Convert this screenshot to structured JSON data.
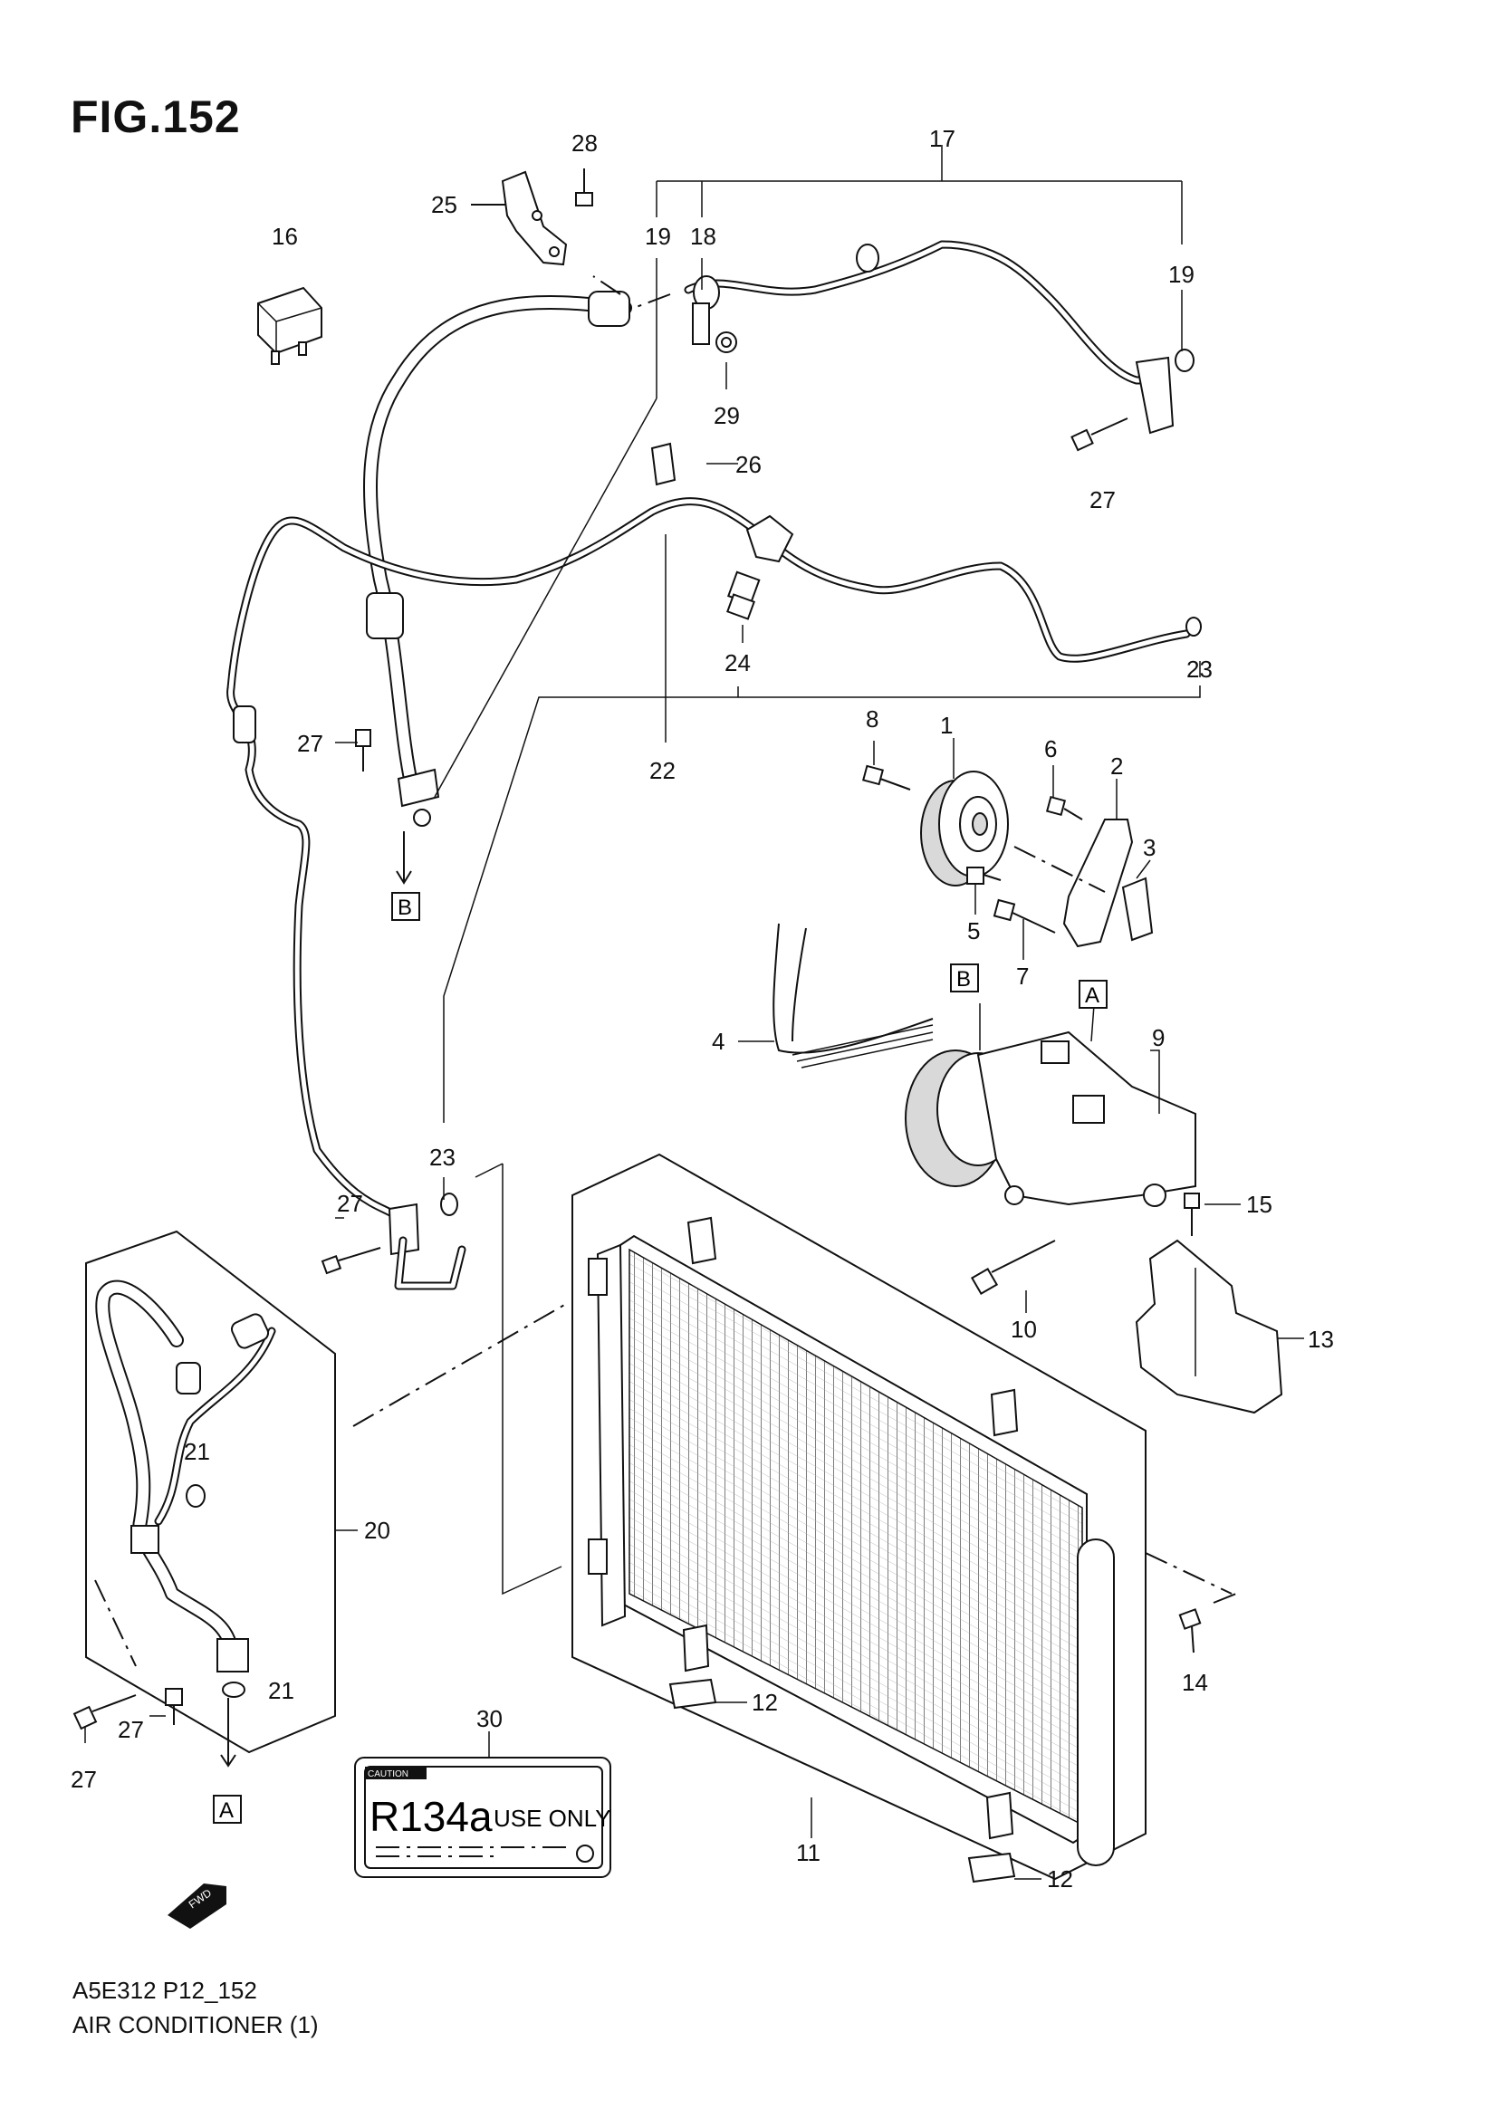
{
  "figure": {
    "title": "FIG.152",
    "code": "A5E312 P12_152",
    "name": "AIR CONDITIONER (1)"
  },
  "callouts": [
    "1",
    "2",
    "3",
    "4",
    "5",
    "6",
    "7",
    "8",
    "9",
    "10",
    "11",
    "12",
    "13",
    "14",
    "15",
    "16",
    "17",
    "18",
    "19",
    "20",
    "21",
    "22",
    "23",
    "24",
    "25",
    "26",
    "27",
    "28",
    "29",
    "30"
  ],
  "connectors": {
    "a": "A",
    "b": "B"
  },
  "label_card": {
    "header": "CAUTION",
    "refrigerant": "R134a",
    "text": "USE ONLY"
  },
  "direction_arrow": "FWD",
  "labels": {
    "l1": "1",
    "l2": "2",
    "l3": "3",
    "l4": "4",
    "l5": "5",
    "l6": "6",
    "l7": "7",
    "l8": "8",
    "l9": "9",
    "l10": "10",
    "l11": "11",
    "l12a": "12",
    "l12b": "12",
    "l13": "13",
    "l14": "14",
    "l15": "15",
    "l16": "16",
    "l17": "17",
    "l18": "18",
    "l19a": "19",
    "l19b": "19",
    "l20": "20",
    "l21a": "21",
    "l21b": "21",
    "l22": "22",
    "l23a": "23",
    "l23b": "23",
    "l24": "24",
    "l25": "25",
    "l26": "26",
    "l27a": "27",
    "l27b": "27",
    "l27c": "27",
    "l27d": "27",
    "l27e": "27",
    "l28": "28",
    "l29": "29",
    "l30": "30"
  }
}
